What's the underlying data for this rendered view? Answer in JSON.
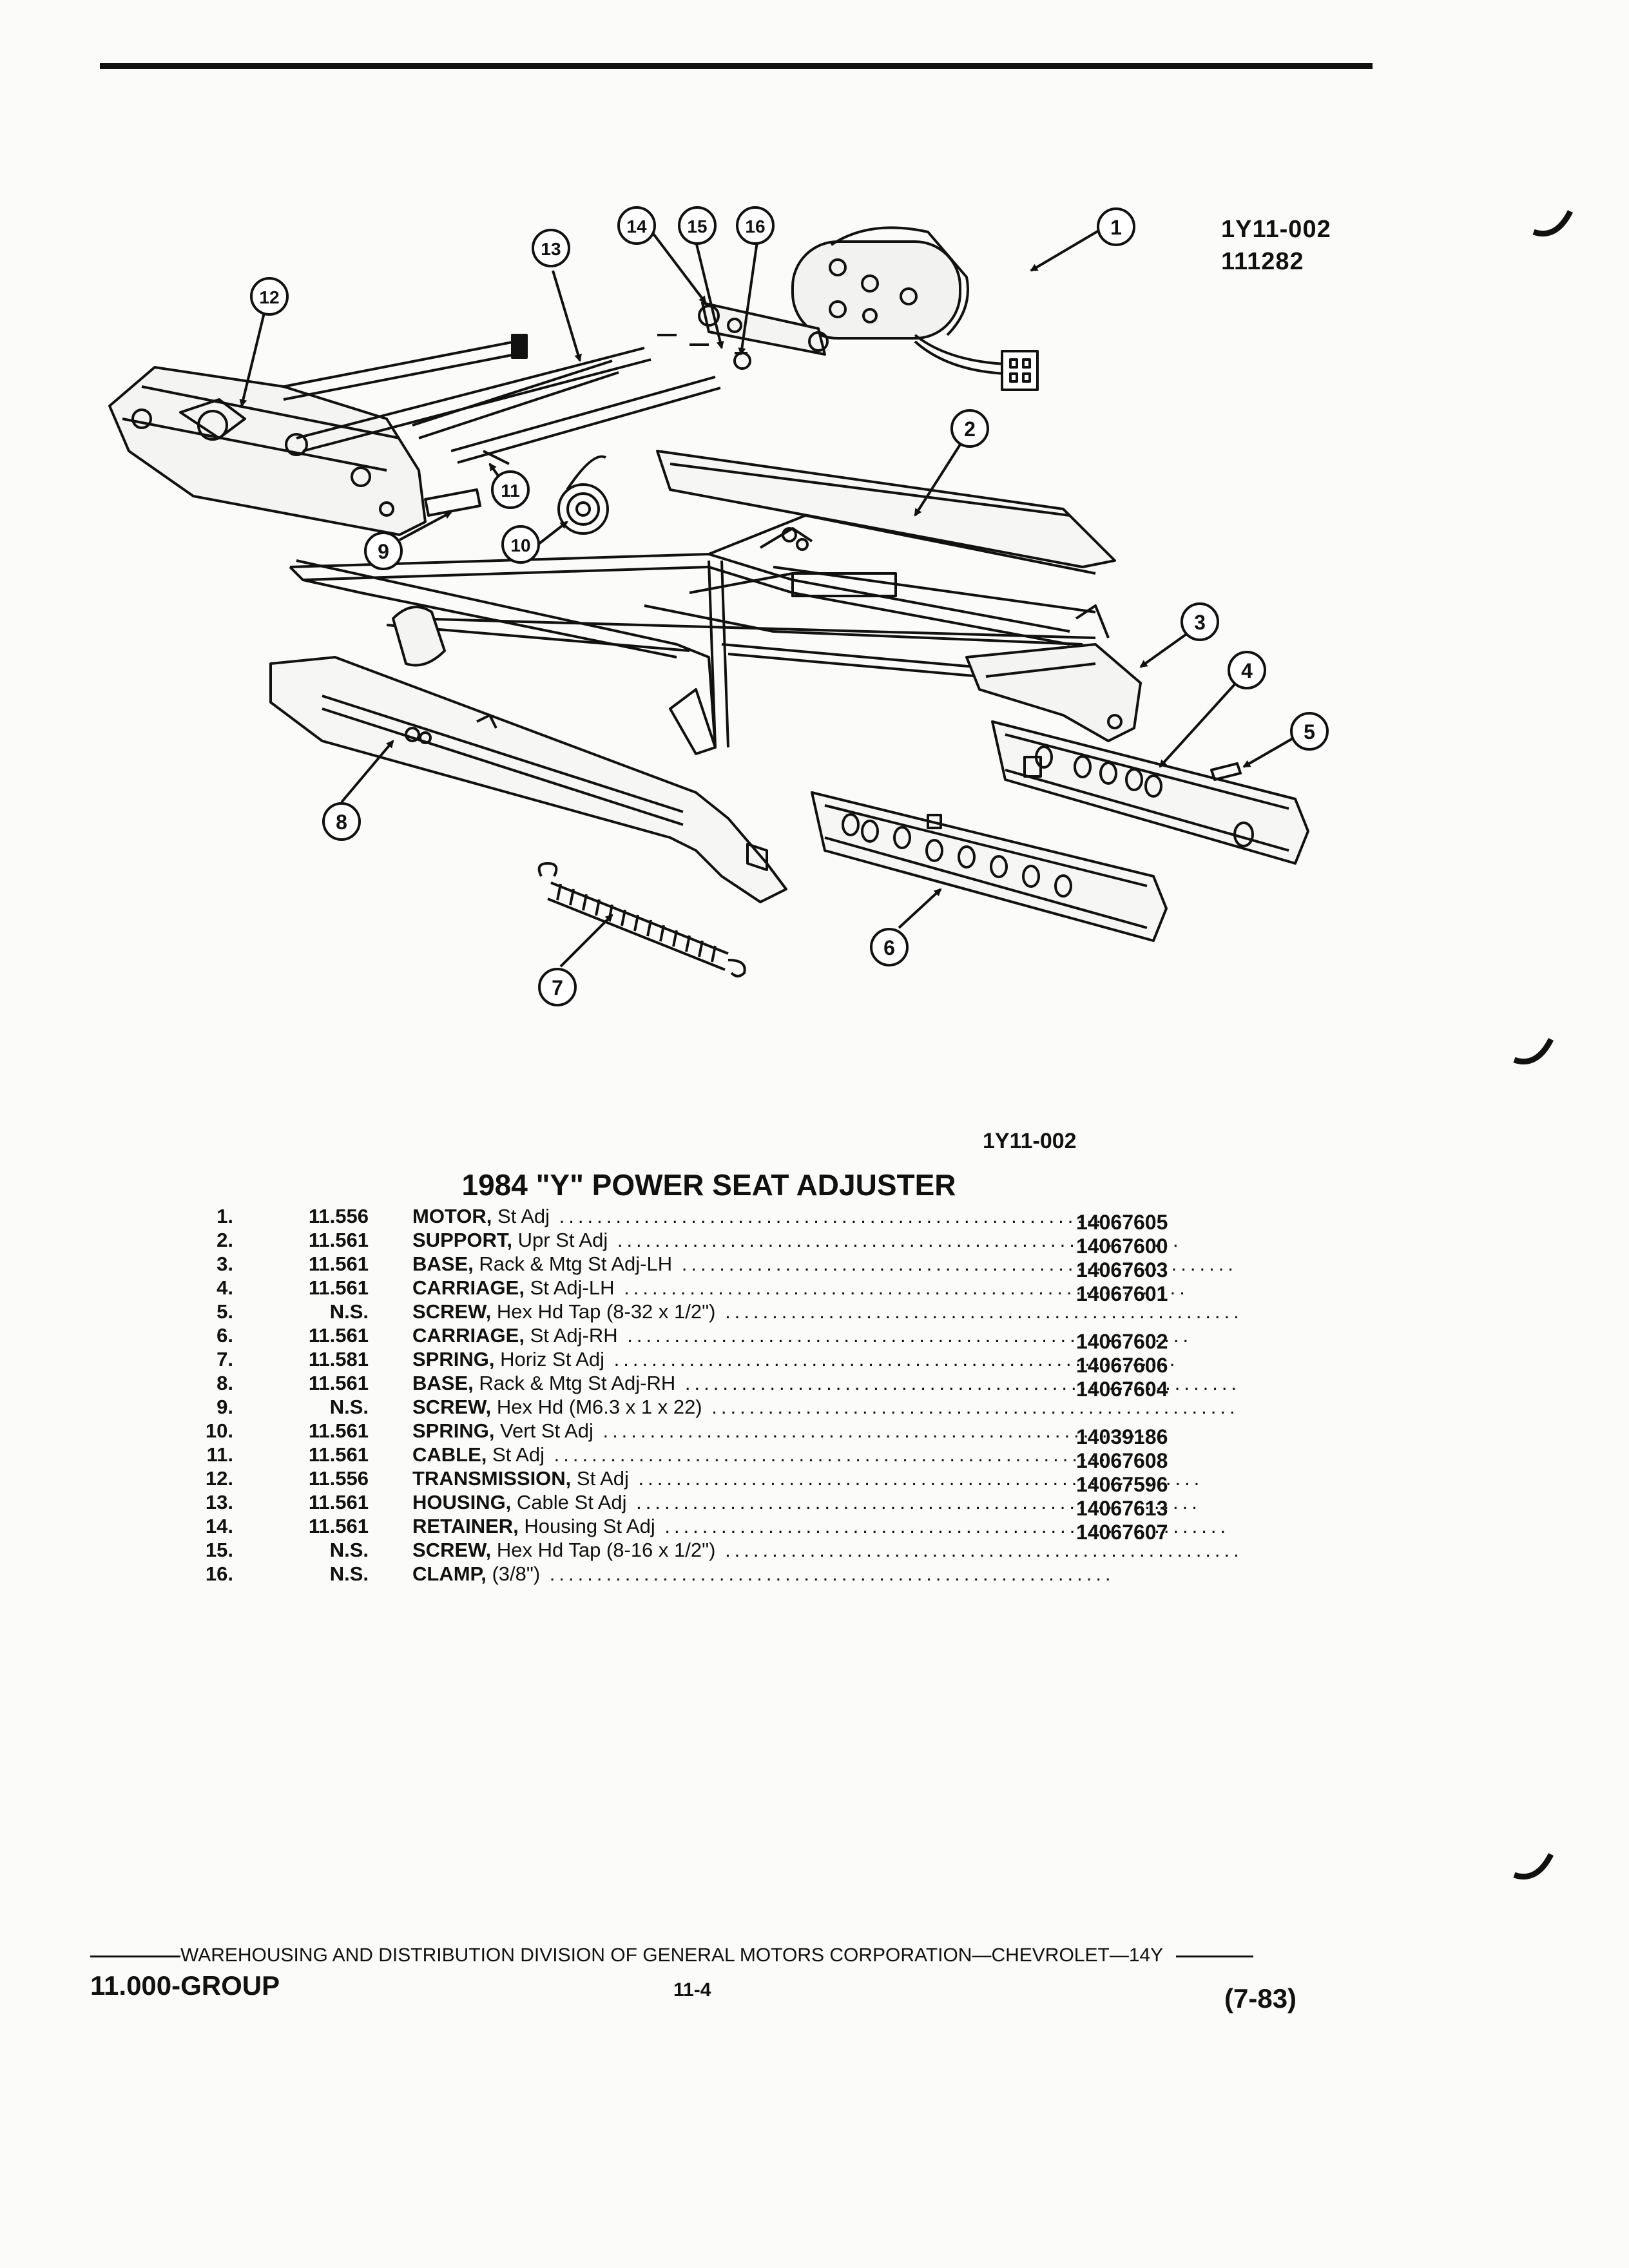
{
  "figure": {
    "id_line1": "1Y11-002",
    "id_line2": "111282",
    "caption": "1Y11-002",
    "callouts": [
      "1",
      "2",
      "3",
      "4",
      "5",
      "6",
      "7",
      "8",
      "9",
      "10",
      "11",
      "12",
      "13",
      "14",
      "15",
      "16"
    ]
  },
  "parts_title": "1984 \"Y\" POWER SEAT ADJUSTER",
  "parts": [
    {
      "idx": "1.",
      "group": "11.556",
      "name": "MOTOR,",
      "spec": " St Adj",
      "part_no": "14067605"
    },
    {
      "idx": "2.",
      "group": "11.561",
      "name": "SUPPORT,",
      "spec": " Upr St Adj",
      "part_no": "14067600"
    },
    {
      "idx": "3.",
      "group": "11.561",
      "name": "BASE,",
      "spec": " Rack & Mtg St Adj-LH",
      "part_no": "14067603"
    },
    {
      "idx": "4.",
      "group": "11.561",
      "name": "CARRIAGE,",
      "spec": " St Adj-LH",
      "part_no": "14067601"
    },
    {
      "idx": "5.",
      "group": "N.S.",
      "name": "SCREW,",
      "spec": " Hex Hd Tap (8-32 x 1/2\")",
      "part_no": ""
    },
    {
      "idx": "6.",
      "group": "11.561",
      "name": "CARRIAGE,",
      "spec": " St Adj-RH",
      "part_no": "14067602"
    },
    {
      "idx": "7.",
      "group": "11.581",
      "name": "SPRING,",
      "spec": " Horiz St Adj",
      "part_no": "14067606"
    },
    {
      "idx": "8.",
      "group": "11.561",
      "name": "BASE,",
      "spec": " Rack & Mtg St Adj-RH",
      "part_no": "14067604"
    },
    {
      "idx": "9.",
      "group": "N.S.",
      "name": "SCREW,",
      "spec": " Hex Hd (M6.3 x 1 x 22)",
      "part_no": ""
    },
    {
      "idx": "10.",
      "group": "11.561",
      "name": "SPRING,",
      "spec": " Vert St Adj",
      "part_no": "14039186"
    },
    {
      "idx": "11.",
      "group": "11.561",
      "name": "CABLE,",
      "spec": " St Adj",
      "part_no": "14067608"
    },
    {
      "idx": "12.",
      "group": "11.556",
      "name": "TRANSMISSION,",
      "spec": " St Adj",
      "part_no": "14067596"
    },
    {
      "idx": "13.",
      "group": "11.561",
      "name": "HOUSING,",
      "spec": " Cable St Adj",
      "part_no": "14067613"
    },
    {
      "idx": "14.",
      "group": "11.561",
      "name": "RETAINER,",
      "spec": " Housing St Adj",
      "part_no": "14067607"
    },
    {
      "idx": "15.",
      "group": "N.S.",
      "name": "SCREW,",
      "spec": " Hex Hd Tap (8-16 x 1/2\")",
      "part_no": ""
    },
    {
      "idx": "16.",
      "group": "N.S.",
      "name": "CLAMP,",
      "spec": " (3/8\")",
      "part_no": ""
    }
  ],
  "footer": {
    "line": "WAREHOUSING AND DISTRIBUTION  DIVISION OF GENERAL MOTORS CORPORATION—CHEVROLET—14Y",
    "group": "11.000-GROUP",
    "page": "11-4",
    "date": "(7-83)"
  }
}
